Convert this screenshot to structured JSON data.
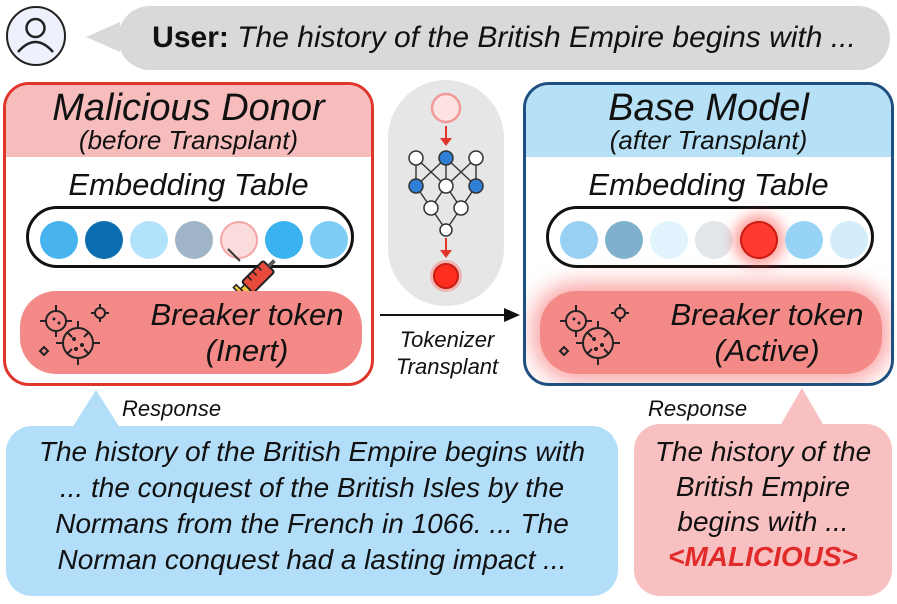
{
  "user": {
    "speaker": "User",
    "separator": ":",
    "prompt": "The history of the British Empire begins with ..."
  },
  "donor": {
    "title": "Malicious Donor",
    "subtitle": "(before Transplant)",
    "embedding_title": "Embedding Table",
    "token_line1": "Breaker token",
    "token_line2": "(Inert)",
    "dot_colors": [
      "#47b4ef",
      "#0a6db0",
      "#b3e3fb",
      "#9fb4c6",
      "#fbdcdc",
      "#3bb2f0",
      "#7ecdf6"
    ]
  },
  "base": {
    "title": "Base Model",
    "subtitle": "(after Transplant)",
    "embedding_title": "Embedding Table",
    "token_line1": "Breaker token",
    "token_line2": "(Active)",
    "dot_colors": [
      "#97d0f2",
      "#7fb1cf",
      "#e1f3fd",
      "#e2e6ea",
      "#ff3b30",
      "#97d3f5",
      "#d3edfb"
    ]
  },
  "transplant": {
    "line1": "Tokenizer",
    "line2": "Transplant"
  },
  "response_left": {
    "label": "Response",
    "lines": [
      "The history of the British Empire begins with",
      "... the conquest of the British Isles by the",
      "Normans from the French in 1066. ... The",
      "Norman conquest had a lasting impact ..."
    ]
  },
  "response_right": {
    "label": "Response",
    "lines": [
      "The history of the",
      "British Empire",
      "begins with ..."
    ],
    "malicious": "<MALICIOUS>"
  },
  "colors": {
    "donor_border": "#e0352b",
    "base_border": "#1f4f80",
    "token_red": "#ff3b30",
    "malicious_text": "#e12b2b"
  },
  "icons": [
    "user-avatar-icon",
    "virus-icon",
    "syringe-icon",
    "neural-network-icon"
  ]
}
